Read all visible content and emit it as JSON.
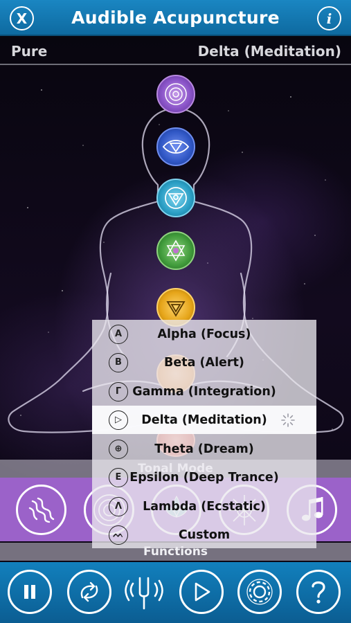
{
  "header": {
    "title": "Audible Acupuncture",
    "close_icon": "close-icon",
    "info_icon": "info-icon",
    "close_glyph": "X",
    "info_glyph": "i"
  },
  "subheader": {
    "left": "Pure",
    "right": "Delta (Meditation)"
  },
  "chakras": [
    {
      "name": "crown-chakra-icon",
      "color": "#8b55c9"
    },
    {
      "name": "third-eye-chakra-icon",
      "color": "#2f56c4"
    },
    {
      "name": "throat-chakra-icon",
      "color": "#2a9ec4"
    },
    {
      "name": "heart-chakra-icon",
      "color": "#3f9a3a"
    },
    {
      "name": "solar-plexus-chakra-icon",
      "color": "#e5a418"
    },
    {
      "name": "sacral-chakra-icon",
      "color": "#e78b2b"
    },
    {
      "name": "root-chakra-icon",
      "color": "#d3442c"
    }
  ],
  "tonal_mode": {
    "label": "Tonal Mode"
  },
  "functions": {
    "label": "Functions"
  },
  "dropdown": {
    "selected_index": 3,
    "items": [
      {
        "label": "Alpha (Focus)",
        "glyph": "A"
      },
      {
        "label": "Beta (Alert)",
        "glyph": "B"
      },
      {
        "label": "Gamma (Integration)",
        "glyph": "Γ"
      },
      {
        "label": "Delta (Meditation)",
        "glyph": "▷"
      },
      {
        "label": "Theta (Dream)",
        "glyph": "⊕"
      },
      {
        "label": "Epsilon (Deep Trance)",
        "glyph": "E"
      },
      {
        "label": "Lambda (Ecstatic)",
        "glyph": "Λ"
      },
      {
        "label": "Custom",
        "glyph": "ᨓ"
      }
    ]
  },
  "mode_buttons": [
    "waves-icon",
    "ripple-icon",
    "lotus-icon",
    "radiant-icon",
    "music-notes-icon"
  ],
  "footer_buttons": [
    "pause-icon",
    "repeat-icon",
    "tuning-fork-icon",
    "play-icon",
    "gear-icon",
    "help-icon"
  ],
  "colors": {
    "header_blue": "#1a86c2",
    "tonal_purple": "#9b62c9",
    "footer_blue": "#1280bd"
  }
}
